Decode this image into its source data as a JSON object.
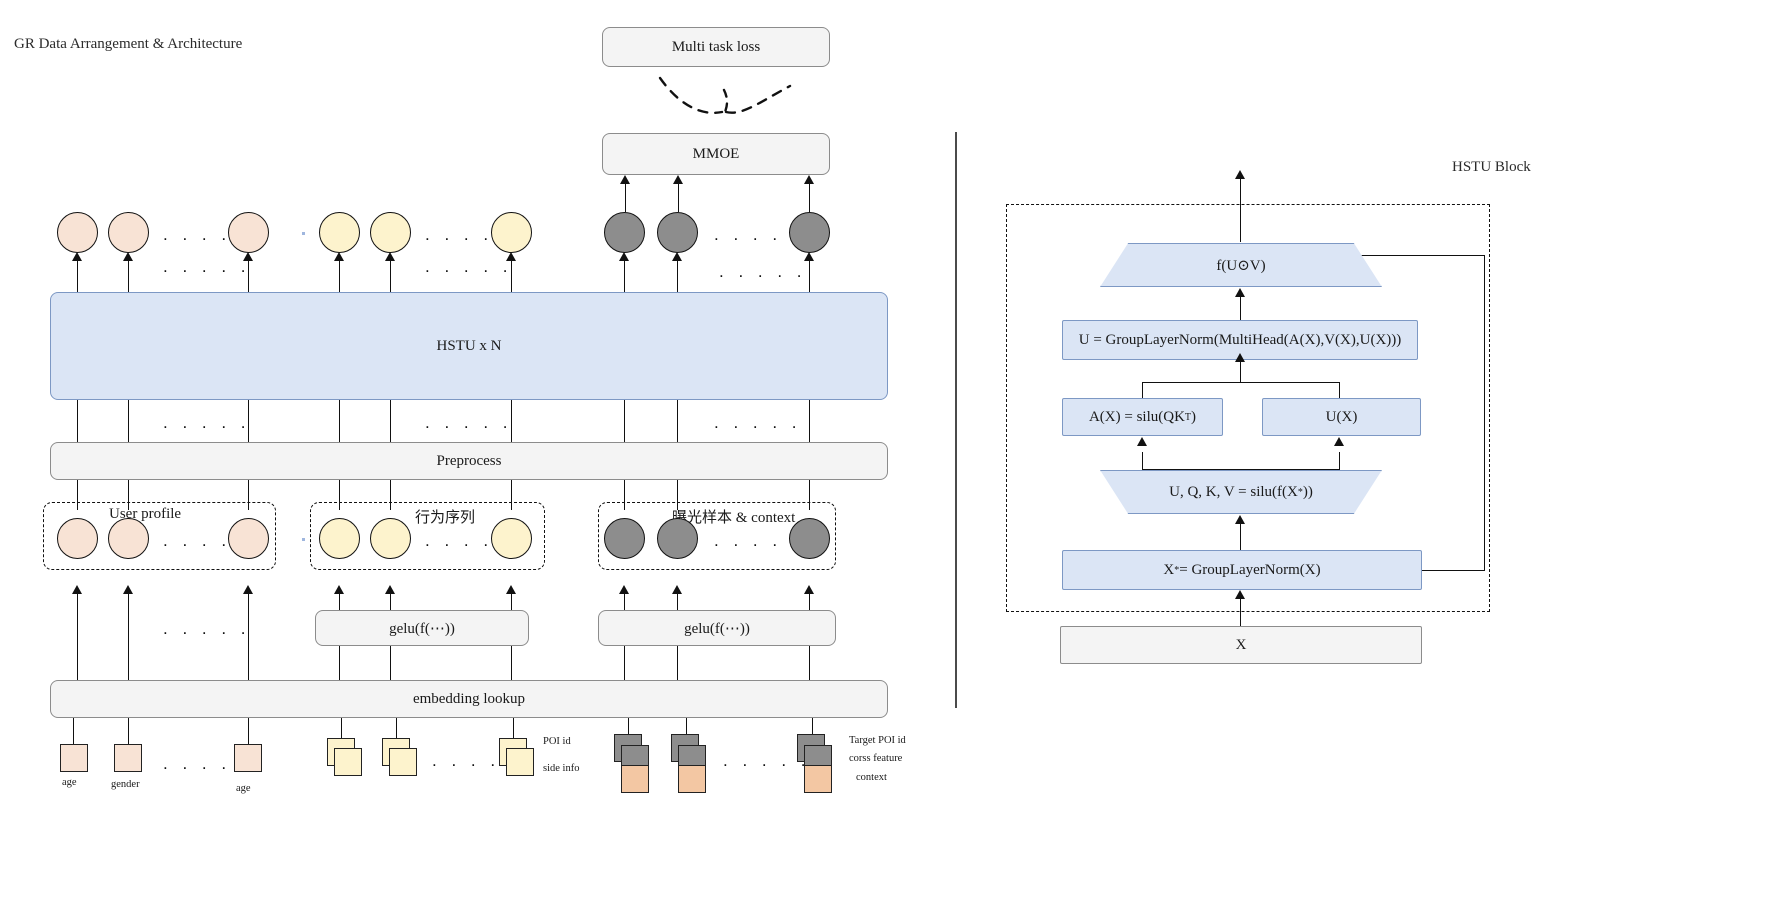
{
  "page": {
    "left_panel_title": "GR Data Arrangement & Architecture",
    "right_panel_title": "HSTU Block"
  },
  "left": {
    "multi_task_loss": "Multi task loss",
    "mmoe": "MMOE",
    "hstu": "HSTU x N",
    "preprocess": "Preprocess",
    "embedding_lookup": "embedding lookup",
    "gelu_behavior": "gelu(f(⋯))",
    "gelu_exposure": "gelu(f(⋯))",
    "groups": [
      {
        "label": "User profile"
      },
      {
        "label": "行为序列"
      },
      {
        "label": "曝光样本 & context"
      }
    ],
    "ellipsis": ". . . . .",
    "bottom_labels": {
      "profile": [
        "age",
        "gender",
        "age"
      ],
      "behavior": [
        "POI id",
        "side info"
      ],
      "exposure": [
        "Target POI id",
        "corss feature",
        "context"
      ]
    }
  },
  "right": {
    "blocks": {
      "fuv": "f(U⊙V)",
      "group_layer_norm_u": "U = GroupLayerNorm(MultiHead(A(X),V(X),U(X)))",
      "ax": "A(X) = silu(QK",
      "ax_sup": "T",
      "ax_tail": ")",
      "ux": "U(X)",
      "uqkv": "U, Q, K, V = silu(f(X",
      "uqkv_sup": "*",
      "uqkv_tail": "))",
      "xstar": "X",
      "xstar_sup": "*",
      "xstar_tail": " = GroupLayerNorm(X)",
      "x": "X"
    }
  },
  "colors": {
    "blue_fill": "#dbe5f5",
    "blue_stroke": "#7d98c4",
    "gray_fill": "#f4f4f4",
    "gray_stroke": "#8c8c8c",
    "peach_node": "#f8e3d5",
    "yellow_node": "#fdf3cd",
    "gray_node": "#8d8d8d",
    "orange_node": "#f3c7a3"
  }
}
